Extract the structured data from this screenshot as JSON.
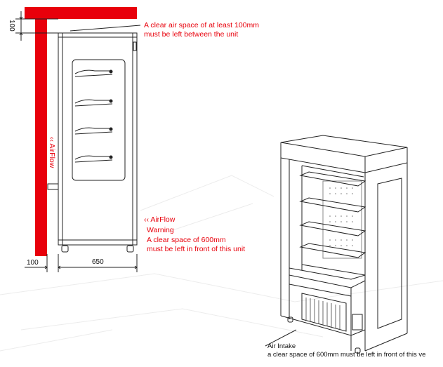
{
  "colors": {
    "accent_red": "#e8000b",
    "line": "#222222",
    "faint": "#e6e6e6"
  },
  "dimensions": {
    "top_clearance": "100",
    "rear_clearance": "100",
    "unit_depth": "650"
  },
  "notes": {
    "top_line1": "A clear air space of at least 100mm",
    "top_line2": "must be left between the unit",
    "airflow_side": "‹‹ AirFlow",
    "airflow_front": "‹‹ AirFlow",
    "warning_title": "Warning",
    "warning_line1": "A clear space of 600mm",
    "warning_line2": "must be left in front of this unit",
    "air_intake": "Air Intake",
    "front_clearance": "a clear space of 600mm must be left in front of this ve"
  }
}
